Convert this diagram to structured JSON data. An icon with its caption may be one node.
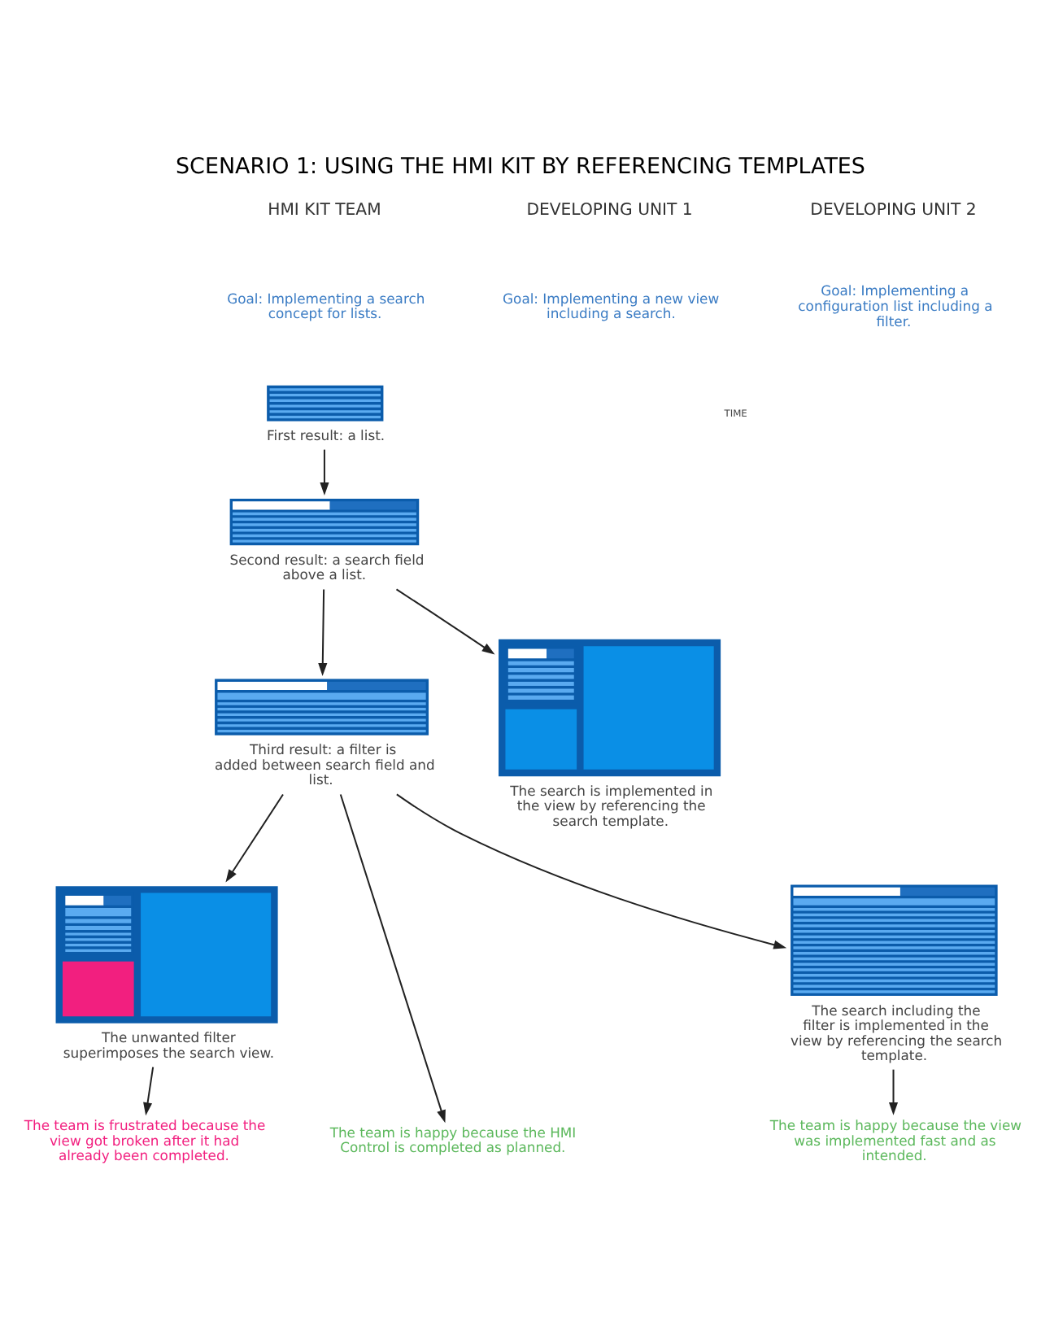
{
  "diagram": {
    "title": "SCENARIO 1: USING THE HMI KIT BY REFERENCING TEMPLATES",
    "nodes": [
      {
        "text": [],
        "shape": "picture",
        "beside": [
          "First result: a list."
        ]
      },
      {
        "text": [],
        "shape": "picture",
        "beside": [
          "Second result: a search field above a list."
        ]
      },
      {
        "text": [],
        "shape": "picture",
        "beside": [
          "The search is implemented in the view by referencing the search template."
        ]
      },
      {
        "text": [],
        "shape": "picture",
        "beside": [
          "Third result: a filter is added between search field and list."
        ]
      },
      {
        "text": [],
        "shape": "picture",
        "beside": [
          "The unwanted filter superimposes the search view."
        ]
      },
      {
        "text": [],
        "shape": "picture",
        "beside": [
          "The search including the filter is implemented in the view by referencing the search template."
        ]
      },
      {
        "text": [
          "The team is happy because the HMI Control is completed as planned."
        ]
      },
      {
        "text": [
          "The team is frustrated because the view got broken after it had already been completed."
        ]
      },
      {
        "text": [
          "The team is happy because the view was implemented fast and as intended."
        ]
      }
    ],
    "edges": [
      {
        "from": 0,
        "to": 1,
        "arrow": "to"
      },
      {
        "from": 1,
        "to": 2,
        "arrow": "to"
      },
      {
        "from": 1,
        "to": 3,
        "arrow": "to"
      },
      {
        "from": 3,
        "to": 4,
        "arrow": "to"
      },
      {
        "from": 3,
        "to": 5,
        "arrow": "to"
      },
      {
        "from": 3,
        "to": 6,
        "arrow": "to"
      },
      {
        "from": 4,
        "to": 7,
        "arrow": "to"
      },
      {
        "from": 5,
        "to": 8,
        "arrow": "to"
      }
    ],
    "labels": [
      "HMI KIT TEAM",
      "DEVELOPING UNIT 1",
      "DEVELOPING UNIT 2",
      "Goal: Implementing a search concept for lists.",
      "Goal: Implementing a new view including a search.",
      "Goal: Implementing a configuration list including a filter.",
      "TIME"
    ]
  }
}
